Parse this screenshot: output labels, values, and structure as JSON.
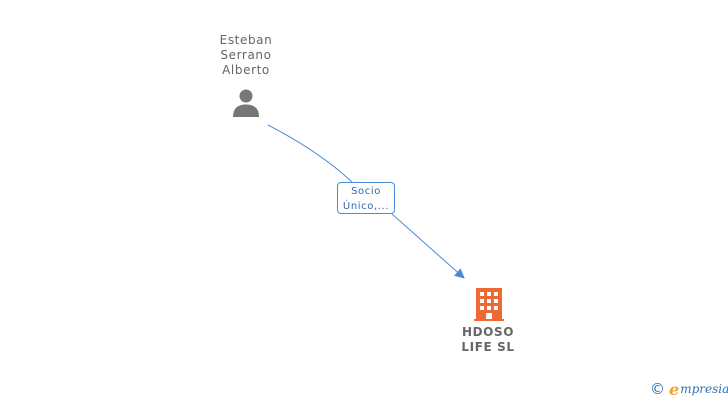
{
  "person": {
    "name_lines": [
      "Esteban",
      "Serrano",
      "Alberto"
    ],
    "icon": "person-icon"
  },
  "relation": {
    "label_lines": [
      "Socio",
      "Único,..."
    ]
  },
  "company": {
    "name_lines": [
      "HDOSO",
      "LIFE SL"
    ],
    "icon": "building-icon"
  },
  "brand": {
    "copyright_symbol": "©",
    "e_letter": "e",
    "rest": "mpresia"
  },
  "colors": {
    "edge": "#4a8ad8",
    "company_accent": "#ee6a35",
    "person_icon": "#777777",
    "text": "#666666"
  }
}
